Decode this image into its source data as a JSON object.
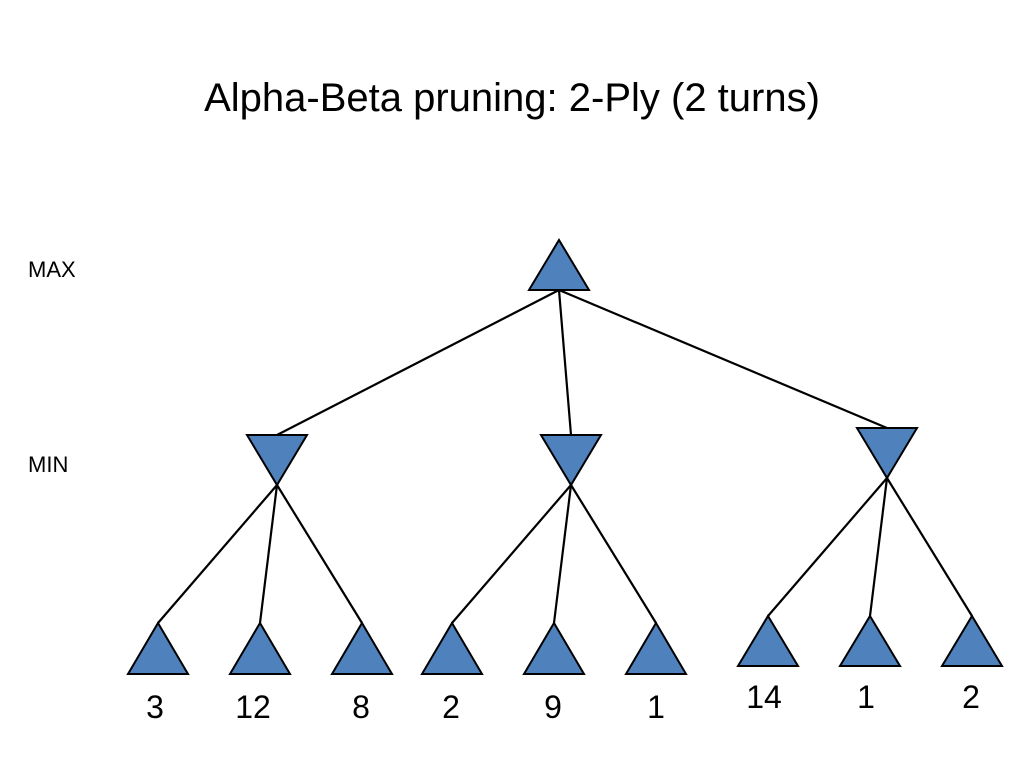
{
  "slide": {
    "title": "Alpha-Beta pruning: 2-Ply (2 turns)"
  },
  "levels": {
    "max_label": "MAX",
    "min_label": "MIN"
  },
  "tree": {
    "node_fill": "#4F81BD",
    "edge_color": "#000000",
    "root": {
      "type": "max"
    },
    "min_nodes": [
      {
        "id": "min-1",
        "leaves": [
          3,
          12,
          8
        ]
      },
      {
        "id": "min-2",
        "leaves": [
          2,
          9,
          1
        ]
      },
      {
        "id": "min-3",
        "leaves": [
          14,
          1,
          2
        ]
      }
    ],
    "leaf_values": [
      "3",
      "12",
      "8",
      "2",
      "9",
      "1",
      "14",
      "1",
      "2"
    ]
  }
}
